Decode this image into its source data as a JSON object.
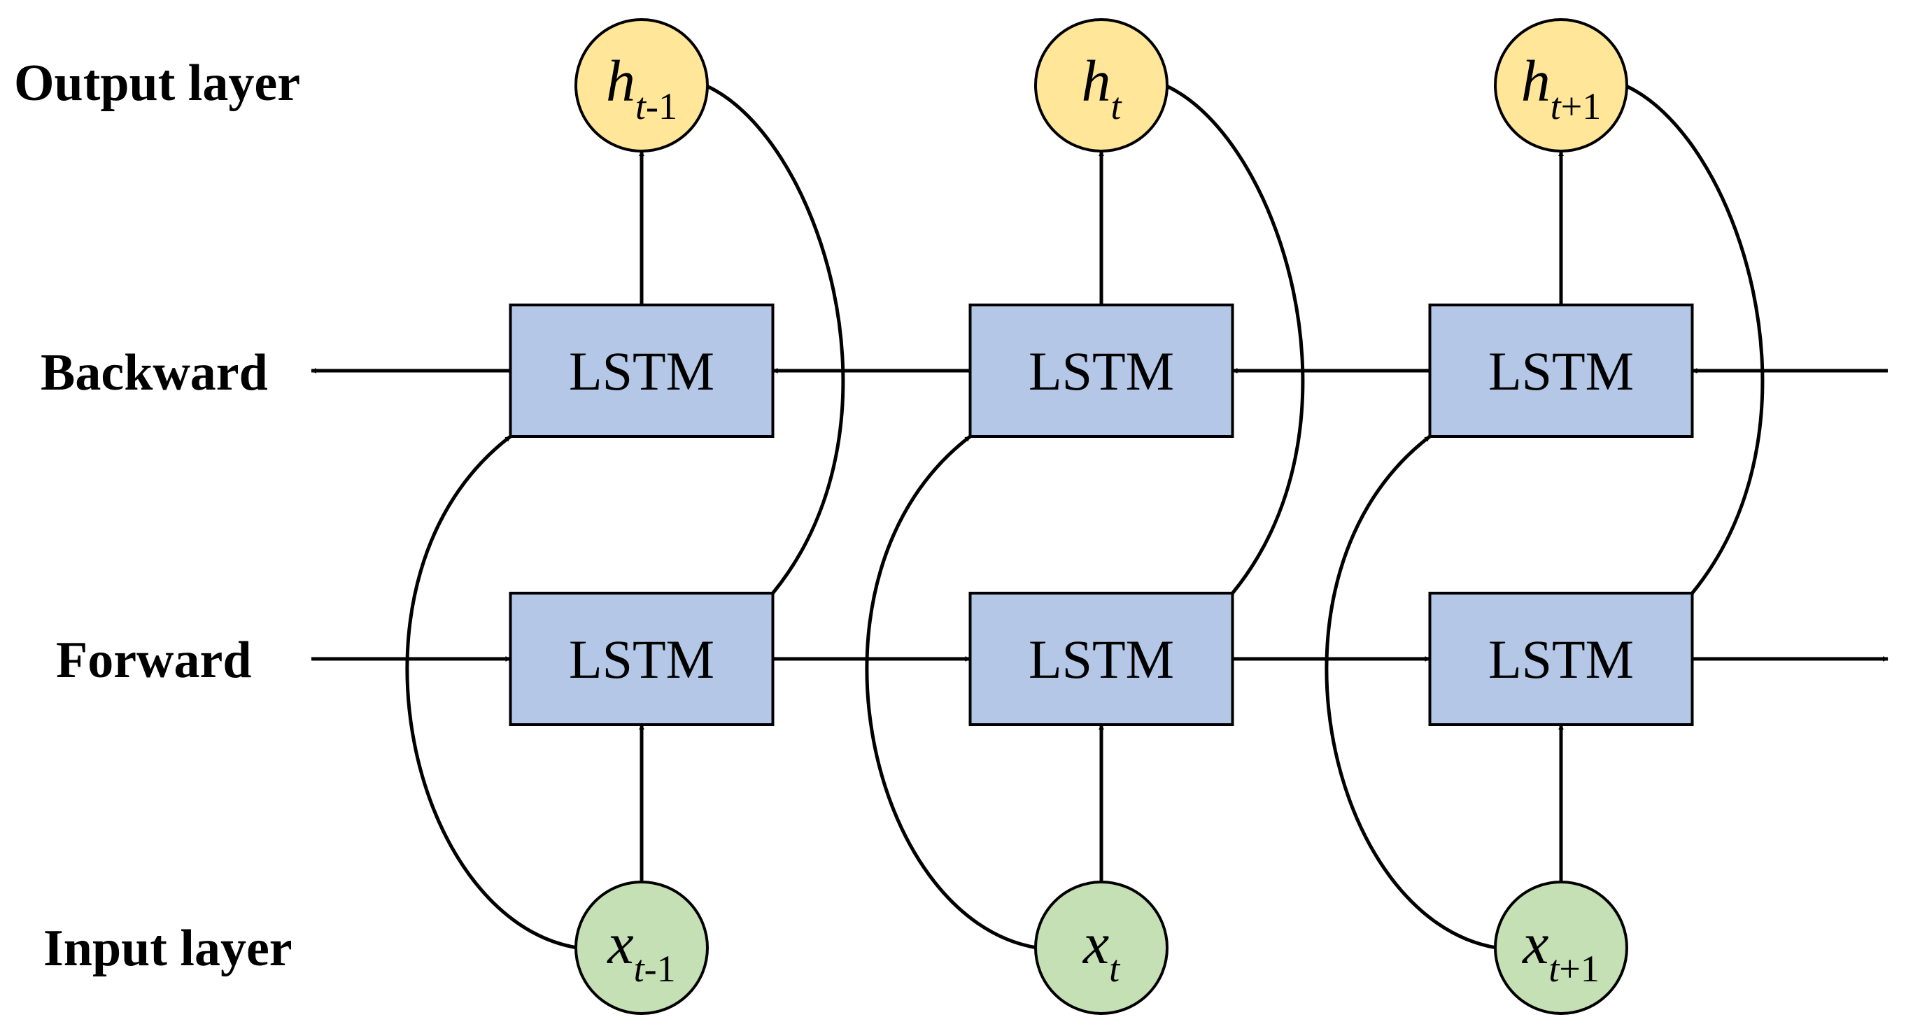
{
  "row_labels": {
    "output": "Output layer",
    "backward": "Backward",
    "forward": "Forward",
    "input": "Input layer"
  },
  "cell_label": "LSTM",
  "outputs": [
    {
      "var": "h",
      "sub_t": "t",
      "sub_rest": "-1"
    },
    {
      "var": "h",
      "sub_t": "t",
      "sub_rest": ""
    },
    {
      "var": "h",
      "sub_t": "t",
      "sub_rest": "+1"
    }
  ],
  "inputs": [
    {
      "var": "x",
      "sub_t": "t",
      "sub_rest": "-1"
    },
    {
      "var": "x",
      "sub_t": "t",
      "sub_rest": ""
    },
    {
      "var": "x",
      "sub_t": "t",
      "sub_rest": "+1"
    }
  ],
  "colors": {
    "lstm_fill": "#B4C7E7",
    "output_node_fill": "#FFE699",
    "input_node_fill": "#C5E0B4",
    "line": "#000000"
  }
}
